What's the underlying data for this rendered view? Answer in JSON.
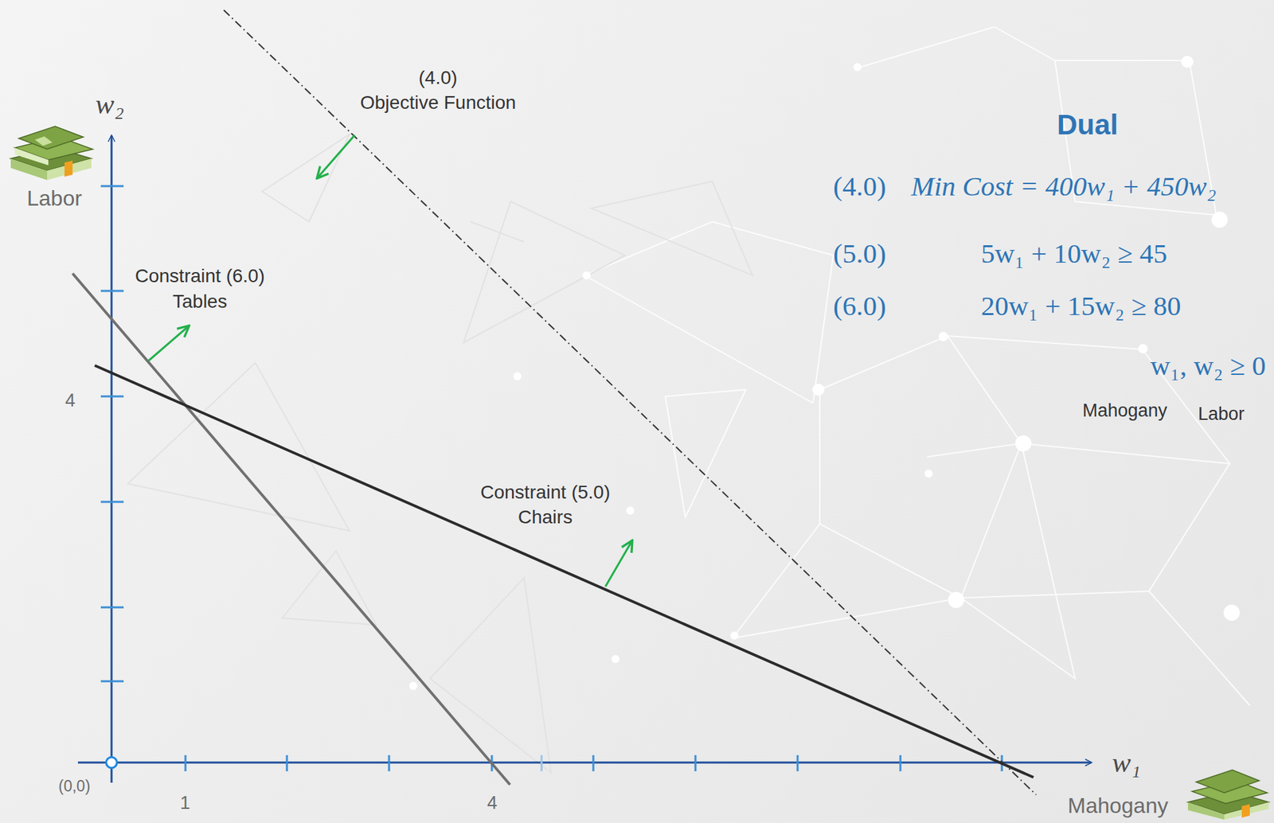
{
  "diagram": {
    "labels": [
      "(4.0)",
      "Objective Function",
      "Constraint (6.0)",
      "Tables",
      "Constraint (5.0)",
      "Chairs",
      "w₂",
      "Labor",
      "4",
      "(0,0)",
      "1",
      "4",
      "w₁",
      "Mahogany",
      "Dual",
      "(4.0)",
      "Min Cost = 400w₁ + 450w₂",
      "(5.0)",
      "5w₁ + 10w₂ ≥ 45",
      "(6.0)",
      "20w₁ + 15w₂ ≥ 80",
      "w₁, w₂ ≥ 0",
      "Mahogany",
      "Labor"
    ]
  }
}
